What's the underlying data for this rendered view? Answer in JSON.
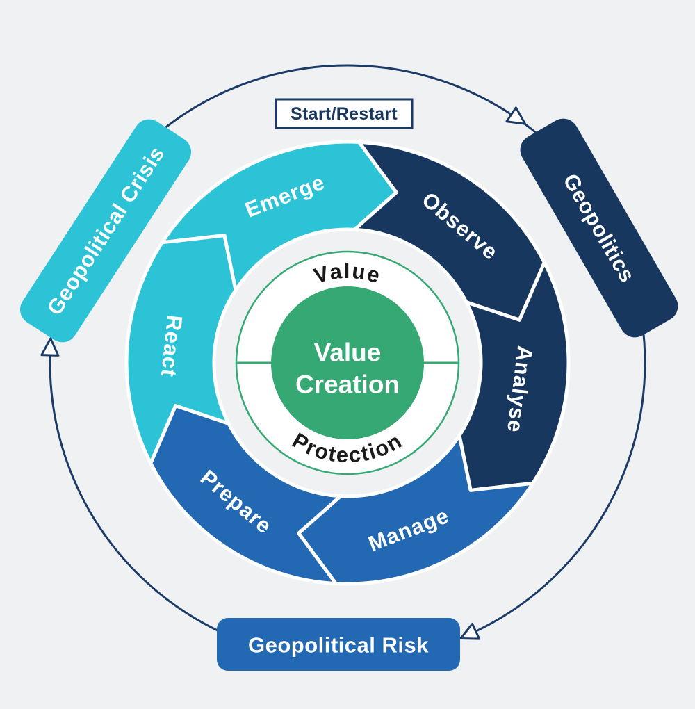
{
  "colors": {
    "background": "#eff1f3",
    "cyan": "#2bc3d5",
    "navy": "#17375f",
    "blue": "#2268b2",
    "green": "#35a873",
    "outline": "#1b3a66",
    "dark_text": "#1a1a1a",
    "white": "#ffffff"
  },
  "flow": {
    "start_label": "Start/Restart",
    "crisis_label": "Geopolitical Crisis",
    "geopolitics_label": "Geopolitics",
    "risk_label": "Geopolitical Risk"
  },
  "cycle": {
    "segments": [
      {
        "label": "Emerge",
        "color": "cyan"
      },
      {
        "label": "Observe",
        "color": "navy"
      },
      {
        "label": "Analyse",
        "color": "navy"
      },
      {
        "label": "Manage",
        "color": "blue"
      },
      {
        "label": "Prepare",
        "color": "blue"
      },
      {
        "label": "React",
        "color": "cyan"
      }
    ]
  },
  "center": {
    "ring_top": "Value",
    "ring_bottom": "Protection",
    "core_line1": "Value",
    "core_line2": "Creation"
  }
}
